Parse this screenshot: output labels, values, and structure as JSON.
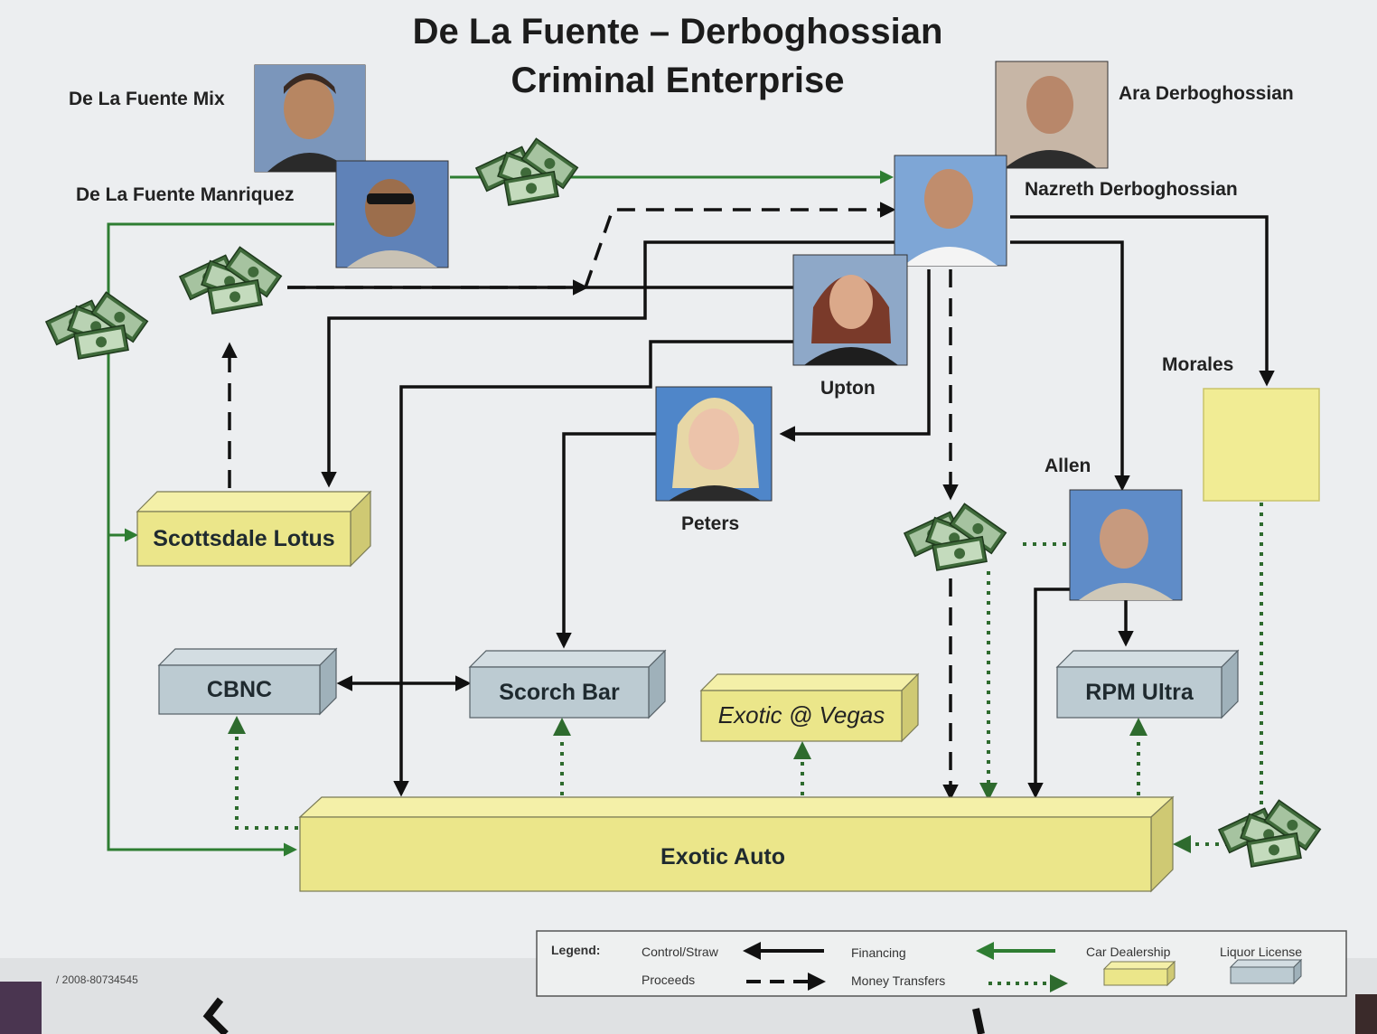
{
  "title": {
    "line1": "De La Fuente – Derboghossian",
    "line2": "Criminal Enterprise"
  },
  "people": {
    "mix": "De La Fuente Mix",
    "manriquez": "De La Fuente Manriquez",
    "ara": "Ara Derboghossian",
    "nazreth": "Nazreth Derboghossian",
    "upton": "Upton",
    "peters": "Peters",
    "allen": "Allen",
    "morales": "Morales"
  },
  "entities": {
    "scottsdale_lotus": "Scottsdale Lotus",
    "cbnc": "CBNC",
    "scorch_bar": "Scorch Bar",
    "exotic_vegas": "Exotic @ Vegas",
    "rpm_ultra": "RPM Ultra",
    "exotic_auto": "Exotic Auto"
  },
  "legend": {
    "heading": "Legend:",
    "control": "Control/Straw",
    "proceeds": "Proceeds",
    "financing": "Financing",
    "transfers": "Money Transfers",
    "dealership": "Car Dealership",
    "liquor": "Liquor License"
  },
  "case_number": "/ 2008-80734545",
  "colors": {
    "dealership": "#ece98a",
    "liquor": "#bccbd2",
    "financing": "#2e7d32",
    "transfers": "#2e6b2e",
    "control": "#111111"
  }
}
